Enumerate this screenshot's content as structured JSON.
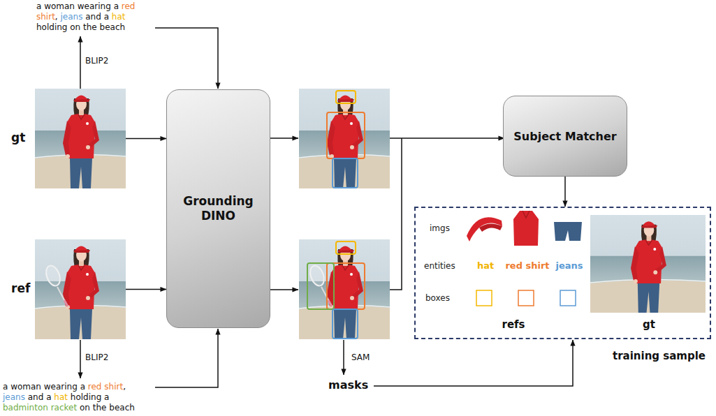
{
  "diagram": {
    "nodes": [
      {
        "text": [
          "gt"
        ]
      },
      {
        "text": [
          "ref"
        ]
      },
      {
        "text": [
          "Grounding DINO"
        ]
      },
      {
        "text": [
          "Subject Matcher"
        ]
      },
      {
        "text": [
          "training sample",
          "imgs",
          "entities",
          "hat",
          "red shirt",
          "jeans",
          "boxes",
          "refs",
          "gt"
        ]
      }
    ],
    "edges": [
      {
        "from": 0,
        "to": 2,
        "arrow": "to"
      },
      {
        "from": 1,
        "to": 2,
        "arrow": "to"
      },
      {
        "from": 3,
        "to": 4,
        "arrow": "to"
      }
    ],
    "labels": [
      "a woman wearing a red shirt, jeans and a hat holding on the beach",
      "BLIP2",
      "BLIP2",
      "a woman wearing a red shirt, jeans and a hat holding a badminton racket on the beach",
      "SAM",
      "masks"
    ]
  }
}
